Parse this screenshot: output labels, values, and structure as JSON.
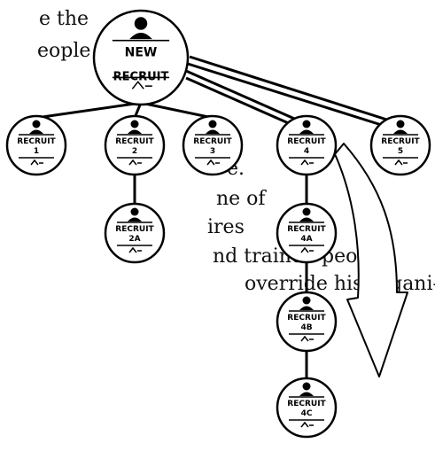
{
  "text_fragments": [
    {
      "id": "line-1",
      "text": "e the"
    },
    {
      "id": "line-2",
      "text": "eople"
    },
    {
      "id": "line-3",
      "text": "e."
    },
    {
      "id": "line-4",
      "text": "ne of"
    },
    {
      "id": "line-5",
      "text": "ires"
    },
    {
      "id": "line-6",
      "text": "nd trained people"
    },
    {
      "id": "line-7",
      "text": "override his organi-"
    }
  ],
  "nodes": [
    {
      "id": "new-recruit",
      "line1": "NEW",
      "line2": "RECRUIT"
    },
    {
      "id": "recruit-1",
      "line1": "RECRUIT",
      "line2": "1"
    },
    {
      "id": "recruit-2",
      "line1": "RECRUIT",
      "line2": "2"
    },
    {
      "id": "recruit-3",
      "line1": "RECRUIT",
      "line2": "3"
    },
    {
      "id": "recruit-4",
      "line1": "RECRUIT",
      "line2": "4"
    },
    {
      "id": "recruit-5",
      "line1": "RECRUIT",
      "line2": "5"
    },
    {
      "id": "recruit-2a",
      "line1": "RECRUIT",
      "line2": "2A"
    },
    {
      "id": "recruit-4a",
      "line1": "RECRUIT",
      "line2": "4A"
    },
    {
      "id": "recruit-4b",
      "line1": "RECRUIT",
      "line2": "4B"
    },
    {
      "id": "recruit-4c",
      "line1": "RECRUIT",
      "line2": "4C"
    }
  ],
  "edges": [
    [
      "new-recruit",
      "recruit-1"
    ],
    [
      "new-recruit",
      "recruit-2"
    ],
    [
      "new-recruit",
      "recruit-3"
    ],
    [
      "new-recruit",
      "recruit-4"
    ],
    [
      "new-recruit",
      "recruit-5"
    ],
    [
      "recruit-2",
      "recruit-2a"
    ],
    [
      "recruit-4",
      "recruit-4a"
    ],
    [
      "recruit-4a",
      "recruit-4b"
    ],
    [
      "recruit-4b",
      "recruit-4c"
    ]
  ]
}
